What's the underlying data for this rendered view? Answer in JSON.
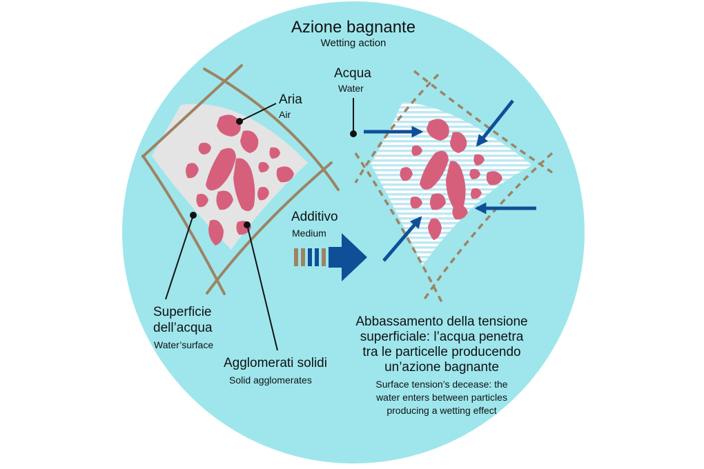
{
  "title": {
    "it": "Azione bagnante",
    "en": "Wetting action"
  },
  "labels": {
    "air": {
      "it": "Aria",
      "en": "Air"
    },
    "water": {
      "it": "Acqua",
      "en": "Water"
    },
    "medium": {
      "it": "Additivo",
      "en": "Medium"
    },
    "surface": {
      "it_line1": "Superficie",
      "it_line2": "dell’acqua",
      "en": "Water’surface"
    },
    "solids": {
      "it": "Agglomerati solidi",
      "en": "Solid agglomerates"
    },
    "result": {
      "it": [
        "Abbassamento della tensione",
        "superficiale: l’acqua penetra",
        "tra le particelle producendo",
        "un’azione bagnante"
      ],
      "en": [
        "Surface tension’s decease: the",
        "water enters between particles",
        "producing a wetting effect"
      ]
    }
  },
  "colors": {
    "circle": "#9ee6ec",
    "particle": "#d6607c",
    "film_line": "#9d8363",
    "film_fill": "#e4e4e4",
    "water_arrow": "#0e4f97",
    "stripe_blue": "#bfe7f2",
    "stripe_white": "#ffffff"
  }
}
